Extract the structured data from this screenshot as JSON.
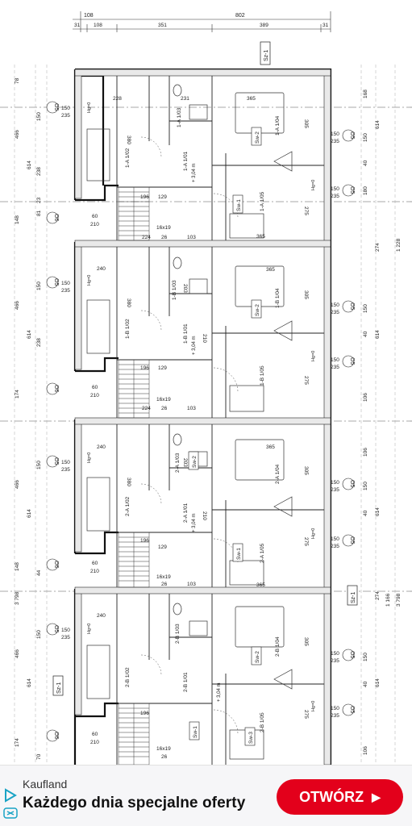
{
  "plan": {
    "top_dims": {
      "total": "802",
      "row1": [
        "31",
        "108",
        "351",
        "389",
        "31"
      ],
      "row0": [
        "108"
      ]
    },
    "labels": {
      "sz1": "Sz-1",
      "sw1": "Sw-1",
      "sw2": "Sw-2",
      "sw3": "Sw-3"
    },
    "units": [
      {
        "hall": "1-A 1/01",
        "room_a": "1-A 1/02",
        "room_b": "1-A 1/03",
        "bed_a": "1-A 1/04",
        "bed_b": "1-A 1/05"
      },
      {
        "hall": "1-B 1/01",
        "room_a": "1-B 1/02",
        "room_b": "1-B 1/03",
        "bed_a": "1-B 1/04",
        "bed_b": "1-B 1/05"
      },
      {
        "hall": "2-A 1/01",
        "room_a": "2-A 1/02",
        "room_b": "2-A 1/03",
        "bed_a": "2-A 1/04",
        "bed_b": "2-A 1/05"
      },
      {
        "hall": "2-B 1/01",
        "room_a": "2-B 1/02",
        "room_b": "2-B 1/03",
        "bed_a": "2-B 1/04",
        "bed_b": "2-B 1/05"
      }
    ],
    "room_dims": {
      "d228": "228",
      "d231": "231",
      "d240": "240",
      "d365": "365",
      "d305": "305",
      "d275": "275",
      "d380": "380",
      "d196": "196",
      "d224": "224",
      "d129": "129",
      "d103": "103",
      "d203": "203",
      "d210": "210",
      "stair": "16x19",
      "d26": "26"
    },
    "elev": "+ 3,04 m",
    "window_tags": [
      "O5",
      "O6"
    ],
    "window_dims": {
      "w150": "150",
      "w235": "235",
      "w60": "60",
      "w210": "210"
    },
    "left_dims": [
      "78",
      "150",
      "466",
      "238",
      "614",
      "23",
      "81",
      "148",
      "44",
      "70",
      "174",
      "3 798"
    ],
    "right_dims": [
      "168",
      "150",
      "614",
      "40",
      "180",
      "1 228",
      "274",
      "106",
      "3 798",
      "1 166"
    ],
    "hg": "Hg=0"
  },
  "ad": {
    "brand": "Kaufland",
    "title": "Każdego dnia specjalne oferty",
    "button": "OTWÓRZ",
    "accent": "#e3001b",
    "icon": "adchoices-icon"
  }
}
